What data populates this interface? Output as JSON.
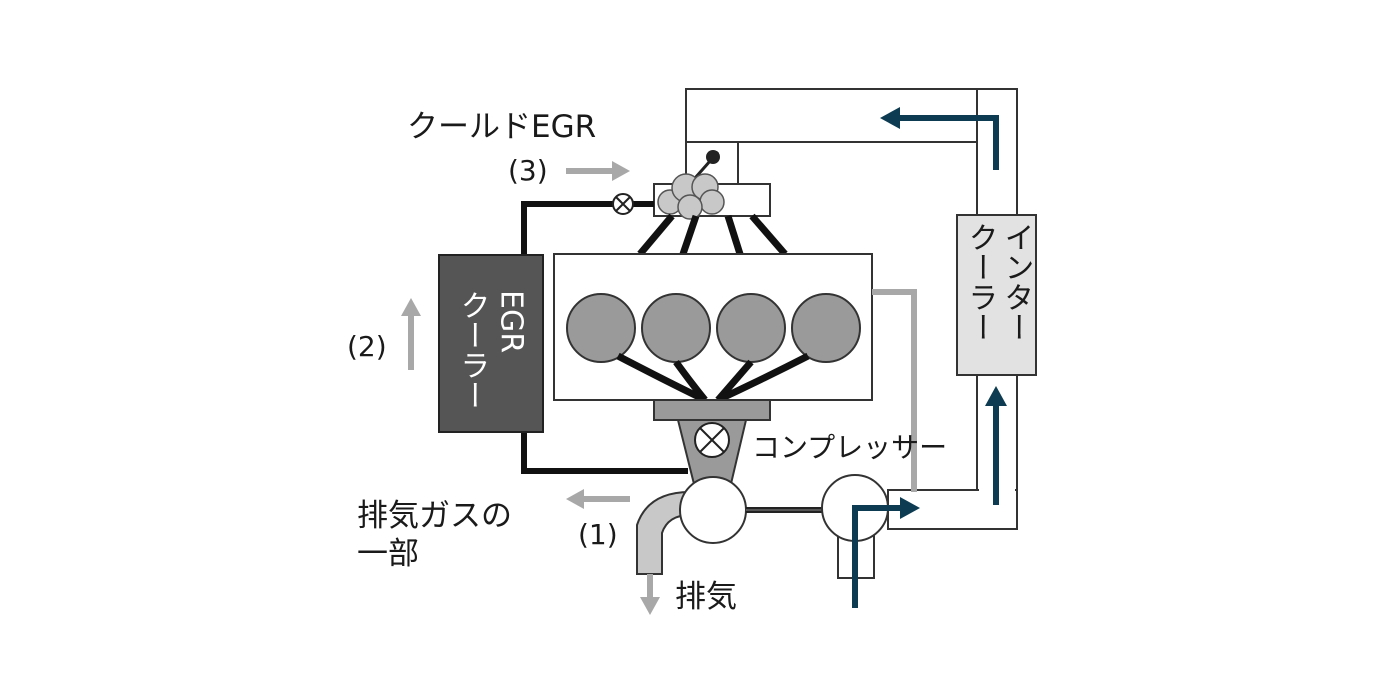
{
  "labels": {
    "cooled_egr": "クールドEGR",
    "step3": "(3)",
    "step2": "(2)",
    "step1": "(1)",
    "egr_cooler_col1": "EGR",
    "egr_cooler_col2": "クーラー",
    "intercooler_col1": "インター",
    "intercooler_col2": "クーラー",
    "compressor": "コンプレッサー",
    "exhaust_gas_part_line1": "排気ガスの",
    "exhaust_gas_part_line2": "一部",
    "exhaust": "排気"
  },
  "colors": {
    "intake_flow": "#0d3c52",
    "egr_path": "#111111",
    "gray_flow": "#a8a8a8",
    "egr_cooler_fill": "#555555",
    "intercooler_fill": "#e2e2e2",
    "cylinder_fill": "#9a9a9a"
  }
}
